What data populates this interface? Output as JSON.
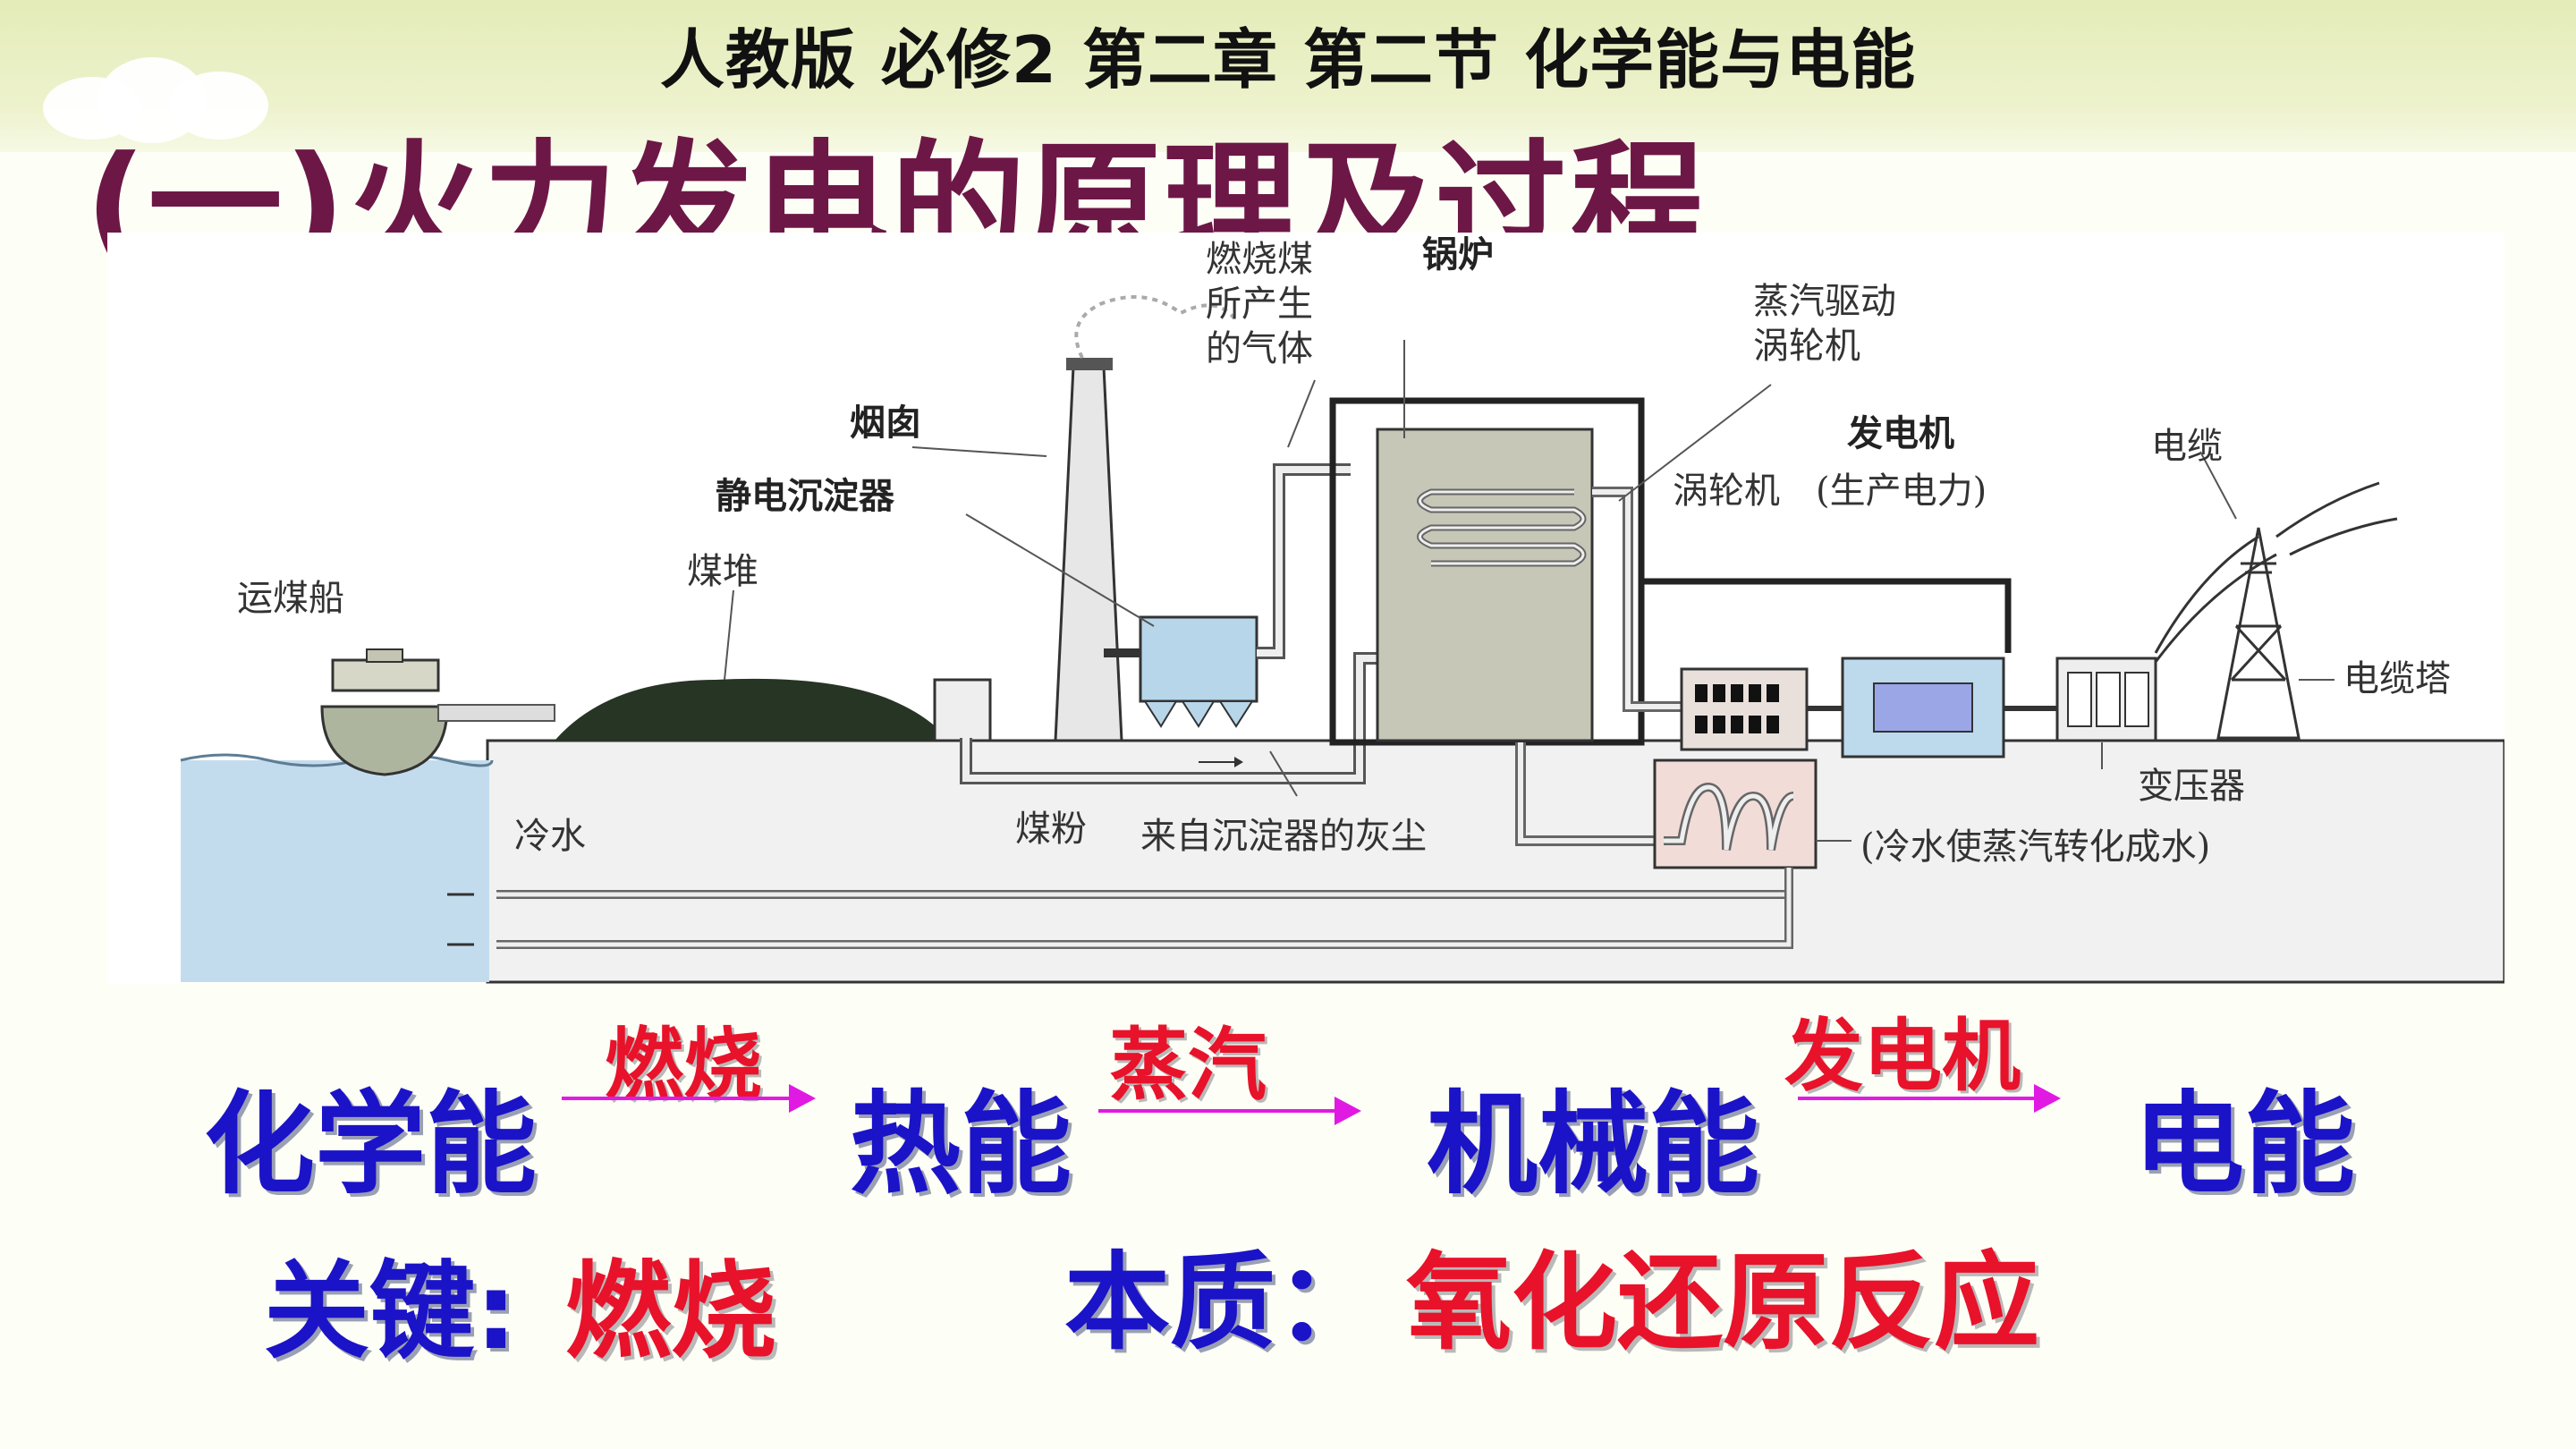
{
  "header": {
    "publisher": "人教版",
    "book": "必修2",
    "chapter": "第二章",
    "section": "第二节",
    "topic": "化学能与电能"
  },
  "title": "(一)火力发电的原理及过程",
  "diagram": {
    "labels": {
      "ship": "运煤船",
      "coal_pile": "煤堆",
      "precipitator": "静电沉淀器",
      "chimney": "烟囱",
      "flue_gas": "燃烧煤\n所产生\n的气体",
      "boiler": "锅炉",
      "steam_drive": "蒸汽驱动\n涡轮机",
      "turbine": "涡轮机",
      "generator": "发电机",
      "generator_note": "(生产电力)",
      "cable": "电缆",
      "tower": "电缆塔",
      "transformer": "变压器",
      "cold_water": "冷水",
      "coal_powder": "煤粉",
      "ash": "来自沉淀器的灰尘",
      "condenser": "(冷水使蒸汽转化成水)"
    }
  },
  "flow": {
    "terms": [
      "化学能",
      "热能",
      "机械能",
      "电能"
    ],
    "steps": [
      "燃烧",
      "蒸汽",
      "发电机"
    ]
  },
  "summary": {
    "key_label": "关键:",
    "key_value": "燃烧",
    "essence_label": "本质：",
    "essence_value": "氧化还原反应"
  }
}
